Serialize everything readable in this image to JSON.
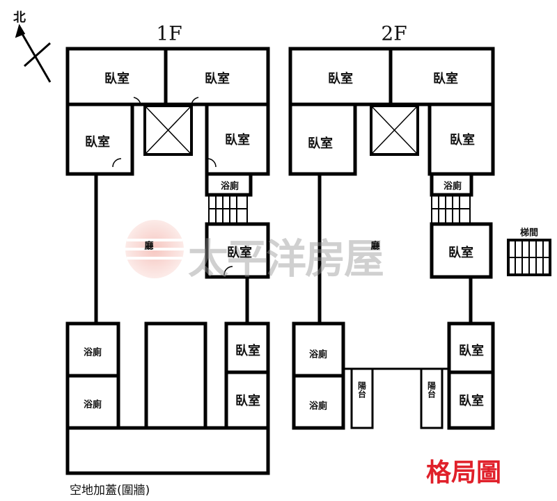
{
  "compass": {
    "north_label": "北"
  },
  "floor1": {
    "title": "1F",
    "rooms": [
      "臥室",
      "臥室",
      "臥室",
      "臥室",
      "浴廁",
      "廳",
      "臥室",
      "浴廁",
      "浴廁",
      "臥室",
      "臥室"
    ],
    "yard_label": "空地加蓋(圍牆)"
  },
  "floor2": {
    "title": "2F",
    "rooms": [
      "臥室",
      "臥室",
      "臥室",
      "臥室",
      "浴廁",
      "廳",
      "臥室",
      "浴廁",
      "浴廁",
      "陽台",
      "陽台",
      "臥室",
      "臥室"
    ],
    "stair_label": "梯間"
  },
  "watermark": "太平洋房屋",
  "diagram_title": "格局圖",
  "colors": {
    "title": "#e0202a",
    "wall": "#000000"
  }
}
